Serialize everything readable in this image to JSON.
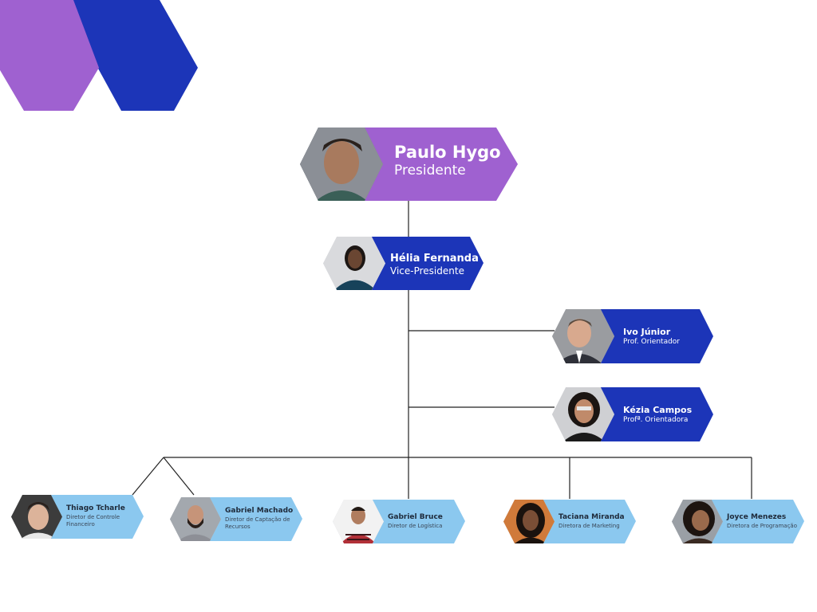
{
  "colors": {
    "purple": "#9f61d0",
    "blue": "#1c35b8",
    "light_blue": "#8bc8ef",
    "line": "#222222"
  },
  "decoration": {
    "shapes": [
      "purple-hexagon",
      "blue-chevron"
    ]
  },
  "members": {
    "president": {
      "name": "Paulo Hygo",
      "role": "Presidente",
      "icon": "person-photo"
    },
    "vice_president": {
      "name": "Hélia Fernanda",
      "role": "Vice-Presidente",
      "icon": "person-photo"
    },
    "advisors": [
      {
        "name": "Ivo Júnior",
        "role": "Prof. Orientador",
        "icon": "person-photo"
      },
      {
        "name": "Kézia Campos",
        "role": "Profª. Orientadora",
        "icon": "person-photo"
      }
    ],
    "directors": [
      {
        "name": "Thiago Tcharle",
        "role": "Diretor de Controle Financeiro",
        "icon": "person-photo"
      },
      {
        "name": "Gabriel Machado",
        "role": "Diretor de Captação de Recursos",
        "icon": "person-photo"
      },
      {
        "name": "Gabriel Bruce",
        "role": "Diretor de Logística",
        "icon": "person-photo"
      },
      {
        "name": "Taciana Miranda",
        "role": "Diretora de Marketing",
        "icon": "person-photo"
      },
      {
        "name": "Joyce Menezes",
        "role": "Diretora de Programação",
        "icon": "person-photo"
      }
    ]
  }
}
